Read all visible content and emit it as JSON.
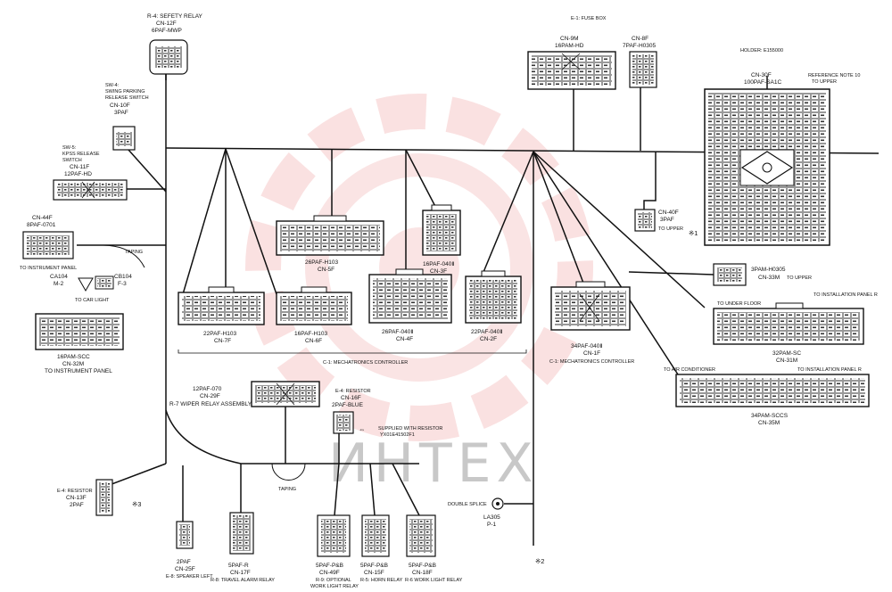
{
  "colors": {
    "ink": "#111111",
    "watermark_red": "#f2b7b7",
    "watermark_gray": "#c8c8c8"
  },
  "watermark": {
    "text": "ИНТЕХ"
  },
  "top": {
    "r4": [
      "R-4: SEFETY RELAY",
      "CN-12F",
      "6PAF-MWP"
    ],
    "fusebox": {
      "title": "E-1: FUSE BOX",
      "cn9m": [
        "CN-9M",
        "16PAM-HD"
      ],
      "cn8f": [
        "CN-8F",
        "7PAF-H0305"
      ]
    },
    "holder": [
      "HOLDER: E155000"
    ],
    "cn30f": [
      "CN-30F",
      "100PAF-SA1C"
    ],
    "ref_note": [
      "REFERENCE NOTE 10",
      "TO UPPER"
    ]
  },
  "left": {
    "sw4": [
      "SW-4:",
      "SWING PARKING",
      "RELEASE SWITCH",
      "CN-10F",
      "3PAF"
    ],
    "sw5": [
      "SW-5:",
      "KPSS RELEASE",
      "SWITCH",
      "CN-11F",
      "12PAF-HD"
    ],
    "cn44f": [
      "CN-44F",
      "8PAF-0701"
    ],
    "to_instrument": "TO INSTRUMENT PANEL",
    "taping": "TAPING",
    "ca104": [
      "CA104",
      "M-2"
    ],
    "cb104": [
      "CB104",
      "F-3"
    ],
    "to_car_light": "TO CAR LIGHT",
    "cn32m": [
      "16PAM-SCC",
      "CN-32M",
      "TO INSTRUMENT PANEL"
    ]
  },
  "controller": {
    "cn5f": [
      "26PAF-H103",
      "CN-5F"
    ],
    "cn3f": [
      "16PAF-040Ⅱ",
      "CN-3F"
    ],
    "cn7f": [
      "22PAF-H103",
      "CN-7F"
    ],
    "cn6f": [
      "16PAF-H103",
      "CN-6F"
    ],
    "cn4f": [
      "26PAF-040Ⅱ",
      "CN-4F"
    ],
    "cn2f": [
      "22PAF-040Ⅱ",
      "CN-2F"
    ],
    "label": "C-1: MECHATRONICS CONTROLLER"
  },
  "right": {
    "cn40f": [
      "CN-40F",
      "3PAF",
      "TO UPPER"
    ],
    "cn1f": [
      "34PAF-040Ⅱ",
      "CN-1F",
      "C-1: MECHATRONICS CONTROLLER"
    ],
    "cn33m": [
      "3PAM-H0305",
      "CN-33M",
      "TO UPPER"
    ],
    "to_panel_r_1": "TO INSTALLATION PANEL R",
    "to_under_floor": "TO UNDER FLOOR",
    "cn31m": [
      "32PAM-SC",
      "CN-31M"
    ],
    "to_air": "TO AIR CONDITIONER",
    "to_panel_r_2": "TO INSTALLATION PANEL R",
    "cn35m": [
      "34PAM-SCCS",
      "CN-35M"
    ],
    "mark1": "※1"
  },
  "bottom": {
    "r7": [
      "12PAF-070",
      "CN-29F",
      "R-7 WIPER RELAY ASSEMBLY"
    ],
    "e4": [
      "E-4: RESISTOR",
      "CN-16F",
      "2PAF-BLUE"
    ],
    "supplied": [
      "SUPPLIED WITH RESISTOR",
      "YX01E41502F1"
    ],
    "taping": "TAPING",
    "e4b": [
      "E-4: RESISTOR",
      "CN-13F",
      "2PAF"
    ],
    "mark3": "※3",
    "mark2": "※2",
    "double_splice": "DOUBLE SPLICE",
    "la305": [
      "LA305",
      "P-1"
    ],
    "cn25f": [
      "2PAF",
      "CN-25F",
      "E-8: SPEAKER LEFT"
    ],
    "cn17f": [
      "5PAF-R",
      "CN-17F",
      "R-8: TRAVEL ALARM RELAY"
    ],
    "cn49f": [
      "5PAF-P&B",
      "CN-49F",
      "R-9: OPTIONAL",
      "WORK LIGHT RELAY"
    ],
    "cn15f": [
      "5PAF-P&B",
      "CN-15F",
      "R-5: HORN RELAY"
    ],
    "cn18f": [
      "5PAF-P&B",
      "CN-18F",
      "R-6 WORK LIGHT RELAY"
    ]
  }
}
